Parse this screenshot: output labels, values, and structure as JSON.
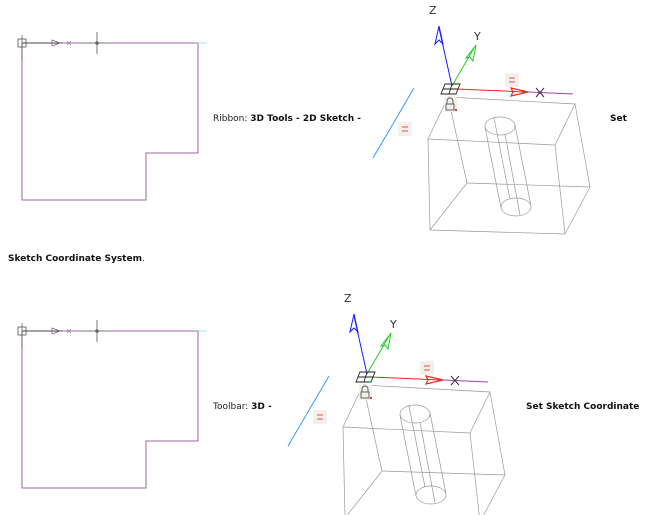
{
  "figure1": {
    "axis_labels": {
      "z": "Z",
      "y": "Y"
    },
    "caption_prefix": "Ribbon: ",
    "caption_bold": "3D Tools - 2D Sketch -",
    "caption_tail": "Set",
    "caption_continued_bold": "Sketch Coordinate System",
    "caption_end": "."
  },
  "figure2": {
    "axis_labels": {
      "z": "Z",
      "y": "Y"
    },
    "caption_prefix": "Toolbar: ",
    "caption_bold": "3D -",
    "caption_tail": "Set Sketch Coordinate"
  },
  "colors": {
    "z_axis": "#1a1aff",
    "y_axis": "#22cc22",
    "x_axis": "#ff2020",
    "sketch": "#a060a8",
    "plane_line": "#3399ff"
  },
  "constraint_badge": "="
}
